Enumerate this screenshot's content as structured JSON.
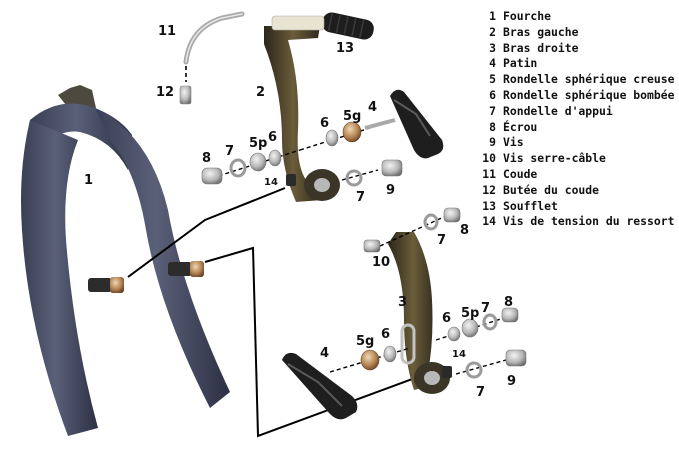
{
  "legend": [
    {
      "num": "1",
      "label": "Fourche"
    },
    {
      "num": "2",
      "label": "Bras gauche"
    },
    {
      "num": "3",
      "label": "Bras droite"
    },
    {
      "num": "4",
      "label": "Patin"
    },
    {
      "num": "5",
      "label": "Rondelle sphérique creuse"
    },
    {
      "num": "6",
      "label": "Rondelle sphérique bombée"
    },
    {
      "num": "7",
      "label": "Rondelle d'appui"
    },
    {
      "num": "8",
      "label": "Écrou"
    },
    {
      "num": "9",
      "label": "Vis"
    },
    {
      "num": "10",
      "label": "Vis serre-câble"
    },
    {
      "num": "11",
      "label": "Coude"
    },
    {
      "num": "12",
      "label": "Butée du coude"
    },
    {
      "num": "13",
      "label": "Soufflet"
    },
    {
      "num": "14",
      "label": "Vis de tension du ressort"
    }
  ],
  "callouts": {
    "fork": "1",
    "arm_left": "2",
    "arm_right": "3",
    "pad_top": "4",
    "pad_bottom": "4",
    "washer5g_top": "5g",
    "washer5p_top": "5p",
    "washer6_top_left": "6",
    "washer6_top_right": "6",
    "washer7_top_left": "7",
    "washer7_top_right": "7",
    "nut8_top": "8",
    "screw9_top": "9",
    "screw14_top": "14",
    "washer7_mid": "7",
    "nut8_mid": "8",
    "screw10": "10",
    "elbow11": "11",
    "stop12": "12",
    "boot13": "13",
    "washer5g_bottom": "5g",
    "washer6_bottom_left": "6",
    "washer6_bottom_right": "6",
    "washer5p_bottom": "5p",
    "washer7_bottom_right": "7",
    "nut8_bottom": "8",
    "screw14_bottom": "14",
    "washer7_bottom": "7",
    "screw9_bottom": "9"
  }
}
